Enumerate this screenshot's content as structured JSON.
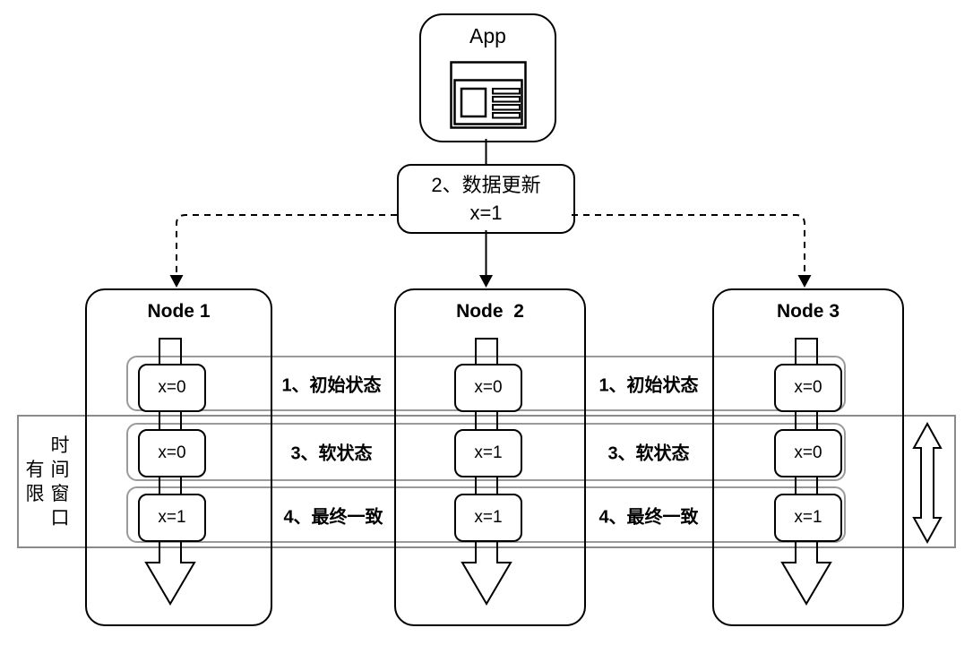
{
  "app": {
    "label": "App"
  },
  "update": {
    "line1": "2、数据更新",
    "line2": "x=1"
  },
  "nodes": [
    {
      "title": "Node 1",
      "values": [
        "x=0",
        "x=0",
        "x=1"
      ]
    },
    {
      "title": "Node  2",
      "values": [
        "x=0",
        "x=1",
        "x=1"
      ]
    },
    {
      "title": "Node 3",
      "values": [
        "x=0",
        "x=0",
        "x=1"
      ]
    }
  ],
  "stage_labels": {
    "left": [
      "1、初始状态",
      "3、软状态",
      "4、最终一致"
    ],
    "right": [
      "1、初始状态",
      "3、软状态",
      "4、最终一致"
    ]
  },
  "time_window": {
    "chars_right": [
      "时",
      "间",
      "窗",
      "口"
    ],
    "chars_left": [
      "有",
      "限"
    ]
  },
  "colors": {
    "primary_stroke": "#000000",
    "band_stroke": "#9a9a9a"
  }
}
